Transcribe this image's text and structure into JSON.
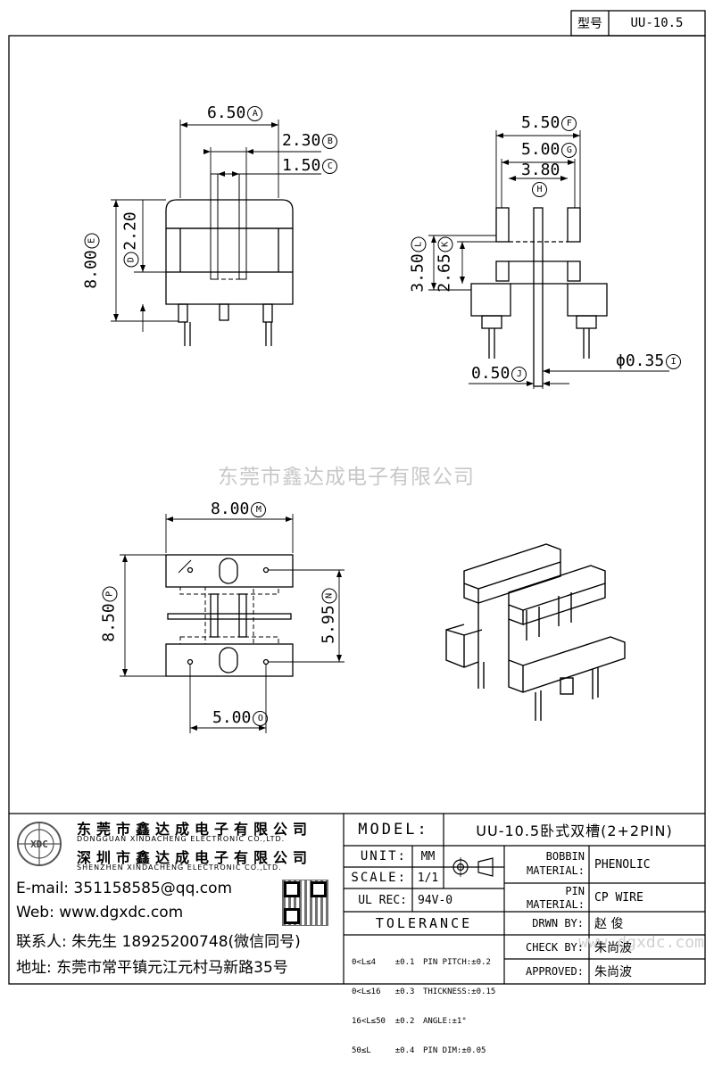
{
  "header": {
    "model_label": "型号",
    "model_value": "UU-10.5"
  },
  "watermark": {
    "text": "东莞市鑫达成电子有限公司",
    "corner": "www.dgxdc.com"
  },
  "dims": {
    "A": "6.50",
    "B": "2.30",
    "C": "1.50",
    "D": "2.20",
    "E": "8.00",
    "F": "5.50",
    "G": "5.00",
    "H": "3.80",
    "I": "ϕ0.35",
    "J": "0.50",
    "K": "2.65",
    "L": "3.50",
    "M": "8.00",
    "N": "5.95",
    "O": "5.00",
    "P": "8.50"
  },
  "markers": {
    "A": "A",
    "B": "B",
    "C": "C",
    "D": "D",
    "E": "E",
    "F": "F",
    "G": "G",
    "H": "H",
    "I": "I",
    "J": "J",
    "K": "K",
    "L": "L",
    "M": "M",
    "N": "N",
    "O": "O",
    "P": "P"
  },
  "company": {
    "name_dg": "东莞市鑫达成电子有限公司",
    "name_dg_en": "DONGGUAN XINDACHENG ELECTRONIC CO.,LTD.",
    "name_sz": "深圳市鑫达成电子有限公司",
    "name_sz_en": "SHENZHEN XINDACHENG ELECTRONIC CO.,LTD.",
    "logo_text": "XDC"
  },
  "contact": {
    "email": "E-mail: 351158585@qq.com",
    "web": "Web: www.dgxdc.com",
    "person": "联系人: 朱先生 18925200748(微信同号)",
    "address": "地址: 东莞市常平镇元江元村马新路35号"
  },
  "titleblock": {
    "model_label": "MODEL:",
    "model_value": "UU-10.5卧式双槽(2+2PIN)",
    "unit_label": "UNIT:",
    "unit_value": "MM",
    "scale_label": "SCALE:",
    "scale_value": "1/1",
    "ulrec_label": "UL REC:",
    "ulrec_value": "94V-0",
    "tolerance_label": "TOLERANCE",
    "tol_lines_left": [
      "0<L≤4    ±0.1",
      "0<L≤16   ±0.3",
      "16<L≤50  ±0.2",
      "50≤L     ±0.4"
    ],
    "tol_lines_right": [
      "PIN PITCH:±0.2",
      "THICKNESS:±0.15",
      "ANGLE:±1°",
      "PIN DIM:±0.05"
    ],
    "bobbin_label_1": "BOBBIN",
    "bobbin_label_2": "MATERIAL:",
    "bobbin_value": "PHENOLIC",
    "pin_label_1": "PIN",
    "pin_label_2": "MATERIAL:",
    "pin_value": "CP WIRE",
    "drawn_label": "DRWN BY:",
    "drawn_value": "赵 俊",
    "check_label": "CHECK BY:",
    "check_value": "朱尚波",
    "approved_label": "APPROVED:",
    "approved_value": "朱尚波"
  }
}
